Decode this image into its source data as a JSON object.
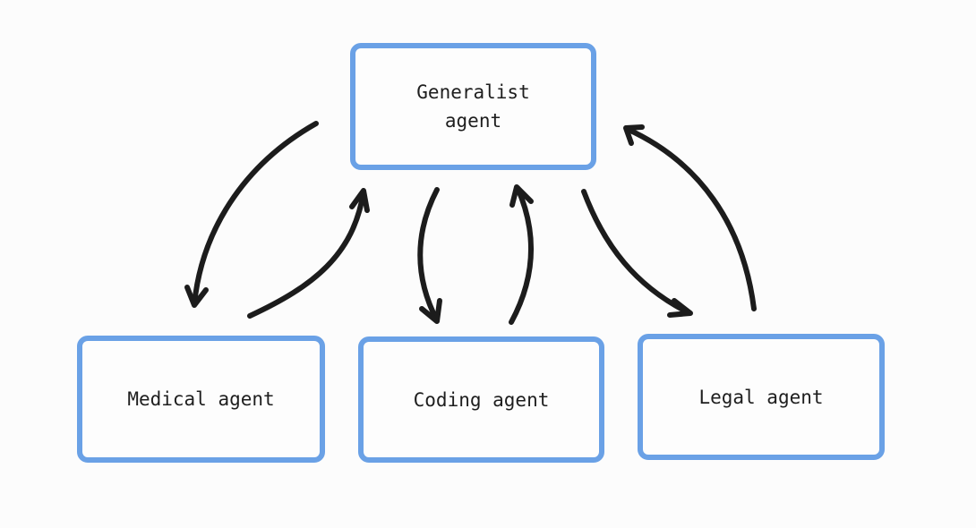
{
  "nodes": {
    "generalist": "Generalist\nagent",
    "medical": "Medical agent",
    "coding": "Coding agent",
    "legal": "Legal agent"
  },
  "edges": [
    {
      "from": "generalist",
      "to": "medical"
    },
    {
      "from": "medical",
      "to": "generalist"
    },
    {
      "from": "generalist",
      "to": "coding"
    },
    {
      "from": "coding",
      "to": "generalist"
    },
    {
      "from": "generalist",
      "to": "legal"
    },
    {
      "from": "legal",
      "to": "generalist"
    }
  ],
  "colors": {
    "node_border": "#6aa1e6",
    "arrow": "#1c1c1c",
    "background": "#fcfcfc"
  }
}
